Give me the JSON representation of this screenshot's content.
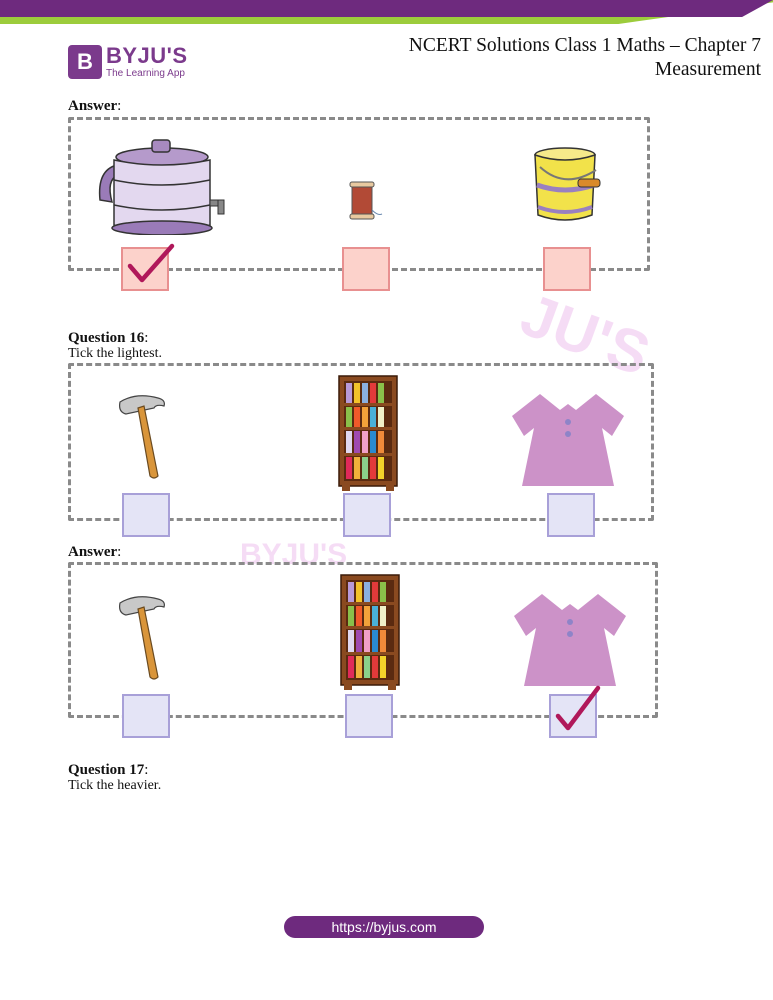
{
  "header": {
    "logo": {
      "mark": "B",
      "name": "BYJU'S",
      "tagline": "The Learning App"
    },
    "title_line1": "NCERT Solutions Class 1 Maths – Chapter 7",
    "title_line2": "Measurement"
  },
  "sections": [
    {
      "heading": "Answer",
      "heading_suffix": ":",
      "items": [
        {
          "name": "water-cooler",
          "checked": true
        },
        {
          "name": "thread-spool",
          "checked": false
        },
        {
          "name": "bucket",
          "checked": false
        }
      ]
    },
    {
      "heading": "Question 16",
      "heading_suffix": ":",
      "prompt": "Tick the lightest.",
      "items": [
        {
          "name": "hammer",
          "checked": false
        },
        {
          "name": "bookshelf",
          "checked": false
        },
        {
          "name": "dress",
          "checked": false
        }
      ]
    },
    {
      "heading": "Answer",
      "heading_suffix": ":",
      "items": [
        {
          "name": "hammer",
          "checked": false
        },
        {
          "name": "bookshelf",
          "checked": false
        },
        {
          "name": "dress",
          "checked": true
        }
      ]
    },
    {
      "heading": "Question 17",
      "heading_suffix": ":",
      "prompt": "Tick the heavier."
    }
  ],
  "footer": {
    "url": "https://byjus.com"
  },
  "colors": {
    "brand_purple": "#6e2a7e",
    "brand_green": "#9ccc3c",
    "tick": "#b0185a",
    "pink_box": "#fcd2cb",
    "lavender_box": "#e4e4f6"
  }
}
